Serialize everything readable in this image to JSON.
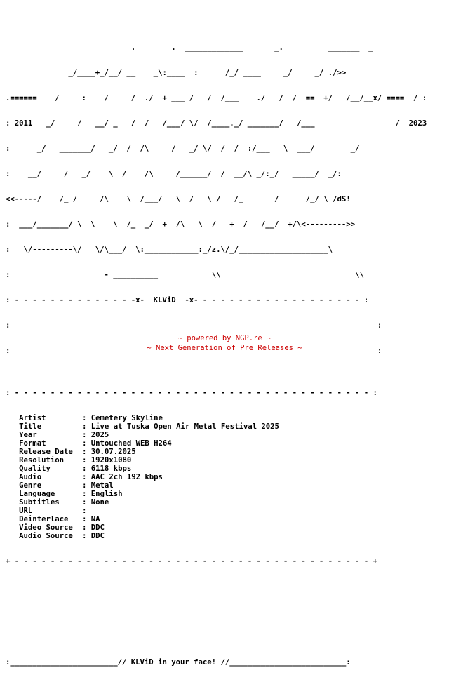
{
  "ascii_art": {
    "lines": [
      "                            .        .  _____________       _.          _______  _",
      "              _/____+_/__/ __    _\\:____  :      /_/ ____     _/     _/ ./>>",
      ".======    /     :    /     /  ./  + ___ /   /  /___    ./   /  /  ==  +/   /__/__x/ ====  / :",
      ": 2011   _/     /   __/ _   /  /   /___/ \\/  /____._/ _______/   /___                  /  2023",
      ":      _/   _______/   _/  /  /\\     /   _/ \\/  /  /  :/___   \\  ___/        _/",
      ":    __/     /   _/    \\  /    /\\     /______/  /  __/\\ _/:_/   _____/  _/:",
      "<<-----/    /_ /     /\\    \\  /___/   \\  /   \\ /   /_       /      /_/ \\ /dS!",
      ":  ___/_______/ \\  \\    \\  /_  _/  +  /\\   \\  /   +  /   /__/  +/\\<--------->>",
      ":   \\/---------\\/   \\/\\___/  \\:____________:_/z.\\/_/____________________\\",
      ":                     - __________            \\\\                              \\\\",
      ": - - - - - - - - - - - - - -x-  KLViD  -x- - - - - - - - - - - - - - - - - - - :",
      ":                                                                                  :",
      ":                                                                                  :"
    ]
  },
  "rules": {
    "top": ": - - - - - - - - - - - - - - - - - - - - - - - - - - - - - - - - - - - - - - - - :",
    "bottom": "+ - - - - - - - - - - - - - - - - - - - - - - - - - - - - - - - - - - - - - - - - +",
    "empty_left": ":",
    "empty_right": ":",
    "footer_bar": ":________________________// KLViD in your face! //__________________________:"
  },
  "details": [
    {
      "label": "Artist",
      "value": "Cemetery Skyline"
    },
    {
      "label": "Title",
      "value": "Live at Tuska Open Air Metal Festival 2025"
    },
    {
      "label": "Year",
      "value": "2025"
    },
    {
      "label": "Format",
      "value": "Untouched WEB H264"
    },
    {
      "label": "Release Date",
      "value": "30.07.2025"
    },
    {
      "label": "Resolution",
      "value": "1920x1080"
    },
    {
      "label": "Quality",
      "value": "6118 kbps"
    },
    {
      "label": "Audio",
      "value": "AAC 2ch 192 kbps"
    },
    {
      "label": "Genre",
      "value": "Metal"
    },
    {
      "label": "Language",
      "value": "English"
    },
    {
      "label": "Subtitles",
      "value": "None"
    },
    {
      "label": "URL",
      "value": ""
    },
    {
      "label": "Deinterlace",
      "value": "NA"
    },
    {
      "label": "Video Source",
      "value": "DDC"
    },
    {
      "label": "Audio Source",
      "value": "DDC"
    }
  ],
  "footer": {
    "powered_by": "~ powered by NGP.re ~",
    "tagline": "~ Next Generation of Pre Releases ~"
  },
  "colors": {
    "text": "#000000",
    "footer_text": "#cc0000",
    "background": "#ffffff"
  }
}
